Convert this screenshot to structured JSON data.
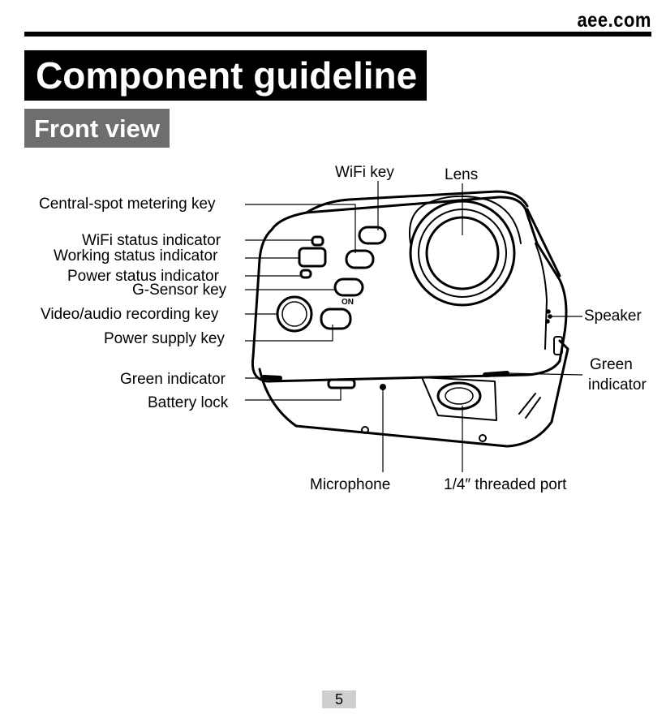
{
  "header": {
    "brand": "aee.com",
    "title": "Component guideline",
    "subtitle": "Front view"
  },
  "labels": {
    "central_spot": "Central-spot metering key",
    "wifi_status": "WiFi status indicator",
    "working_status": "Working status indicator",
    "power_status": "Power status indicator",
    "g_sensor": "G-Sensor key",
    "video_audio": "Video/audio recording key",
    "power_supply": "Power supply key",
    "green_indicator_left": "Green indicator",
    "battery_lock": "Battery lock",
    "wifi_key": "WiFi key",
    "lens": "Lens",
    "speaker": "Speaker",
    "green_indicator_right_1": "Green",
    "green_indicator_right_2": "indicator",
    "microphone": "Microphone",
    "threaded_port": "1/4″ threaded port",
    "switch_mark": "ON"
  },
  "footer": {
    "page_number": "5"
  }
}
